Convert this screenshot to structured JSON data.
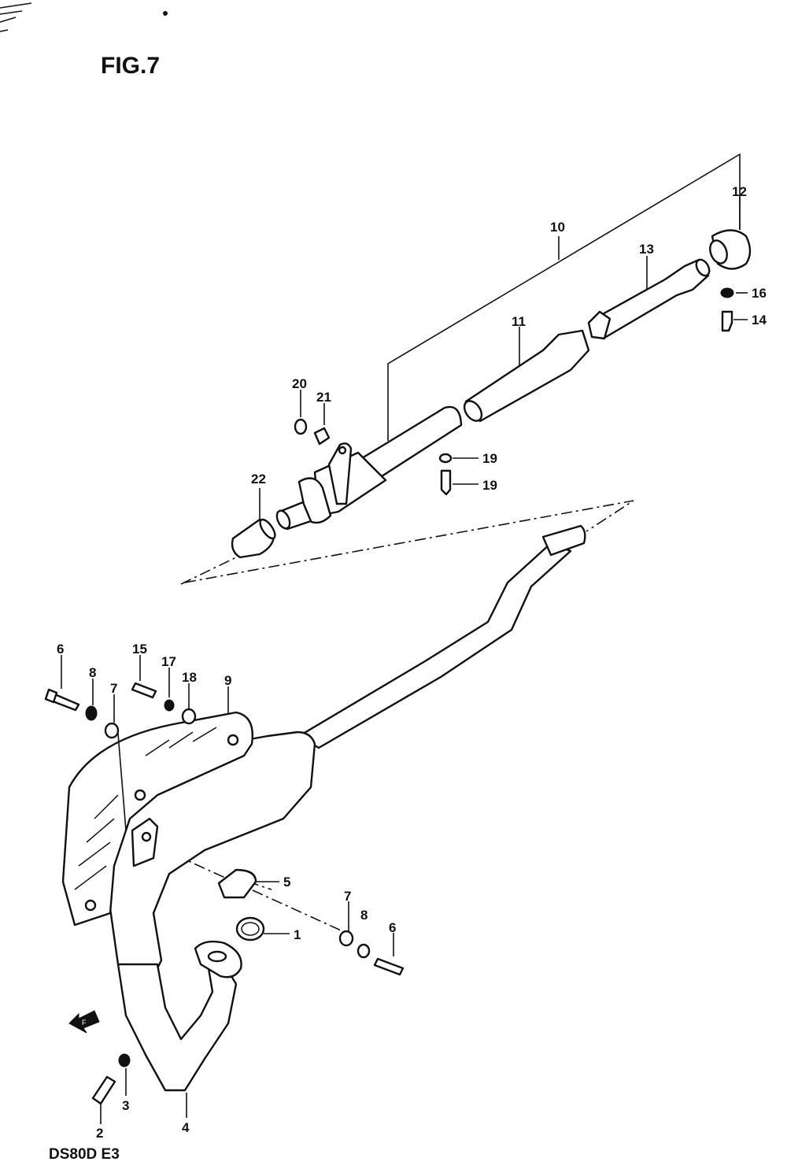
{
  "figure": {
    "title": "FIG.7",
    "model_code": "DS80D E3"
  },
  "callouts": [
    {
      "id": "c1",
      "number": "1"
    },
    {
      "id": "c2",
      "number": "2"
    },
    {
      "id": "c3",
      "number": "3"
    },
    {
      "id": "c4",
      "number": "4"
    },
    {
      "id": "c5",
      "number": "5"
    },
    {
      "id": "c6a",
      "number": "6"
    },
    {
      "id": "c6b",
      "number": "6"
    },
    {
      "id": "c7a",
      "number": "7"
    },
    {
      "id": "c7b",
      "number": "7"
    },
    {
      "id": "c8a",
      "number": "8"
    },
    {
      "id": "c8b",
      "number": "8"
    },
    {
      "id": "c9",
      "number": "9"
    },
    {
      "id": "c10",
      "number": "10"
    },
    {
      "id": "c11",
      "number": "11"
    },
    {
      "id": "c12",
      "number": "12"
    },
    {
      "id": "c13",
      "number": "13"
    },
    {
      "id": "c14",
      "number": "14"
    },
    {
      "id": "c15",
      "number": "15"
    },
    {
      "id": "c16",
      "number": "16"
    },
    {
      "id": "c17",
      "number": "17"
    },
    {
      "id": "c18",
      "number": "18"
    },
    {
      "id": "c19a",
      "number": "19"
    },
    {
      "id": "c19b",
      "number": "19"
    },
    {
      "id": "c20",
      "number": "20"
    },
    {
      "id": "c21",
      "number": "21"
    },
    {
      "id": "c22",
      "number": "22"
    }
  ],
  "direction_arrow": {
    "icon": "front-arrow-icon",
    "label": "F"
  }
}
